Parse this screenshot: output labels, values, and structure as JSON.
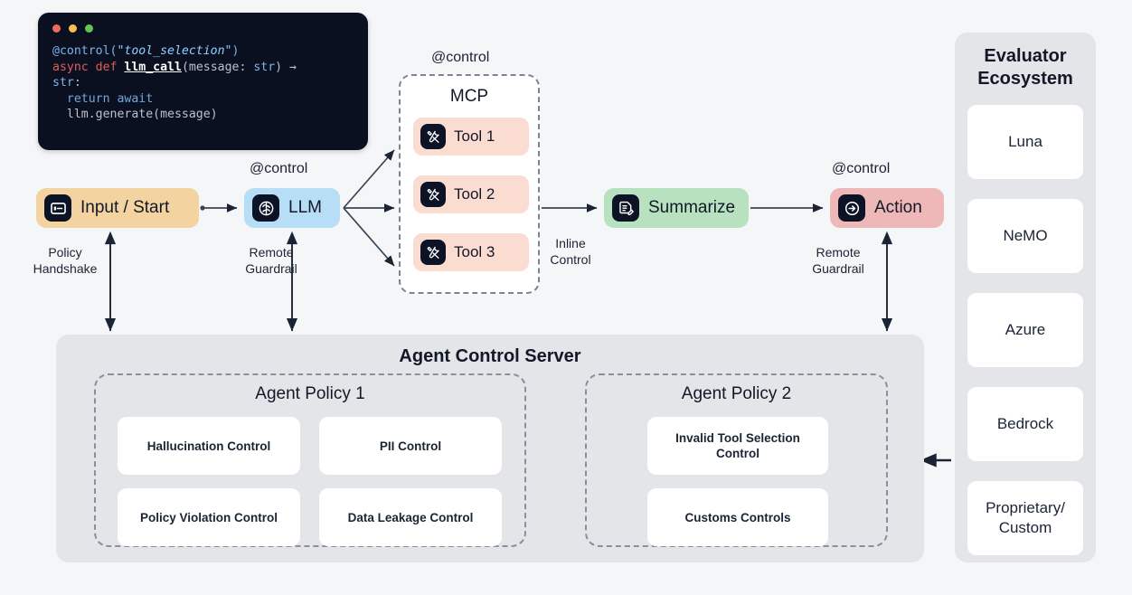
{
  "code_window": {
    "dots": [
      "red-dot",
      "yellow-dot",
      "green-dot"
    ],
    "lines": [
      {
        "segments": [
          {
            "t": "@control(",
            "c": "dec"
          },
          {
            "t": "\"tool_selection\"",
            "c": "str"
          },
          {
            "t": ")",
            "c": "dec"
          }
        ]
      },
      {
        "segments": [
          {
            "t": "async def ",
            "c": "kw"
          },
          {
            "t": "llm_call",
            "c": "fn"
          },
          {
            "t": "(message: ",
            "c": "pl"
          },
          {
            "t": "str",
            "c": "ty"
          },
          {
            "t": ") →",
            "c": "pl"
          }
        ]
      },
      {
        "segments": [
          {
            "t": "str",
            "c": "ty"
          },
          {
            "t": ":",
            "c": "pl"
          }
        ]
      },
      {
        "segments": [
          {
            "t": "  return await",
            "c": "ret"
          }
        ]
      },
      {
        "segments": [
          {
            "t": "  llm.generate(message)",
            "c": "pl"
          }
        ]
      }
    ]
  },
  "flow": {
    "input": {
      "label": "Input / Start",
      "icon": "input-window-icon",
      "color": "#f3d4a0"
    },
    "llm": {
      "label": "LLM",
      "icon": "brain-icon",
      "color": "#b7ddf7",
      "control_tag": "@control"
    },
    "summarize": {
      "label": "Summarize",
      "icon": "document-edit-icon",
      "color": "#b8e2bf"
    },
    "action": {
      "label": "Action",
      "icon": "arrow-circle-icon",
      "color": "#eeb8b8",
      "control_tag": "@control"
    }
  },
  "mcp": {
    "control_tag": "@control",
    "title": "MCP",
    "tools": [
      {
        "label": "Tool 1",
        "icon": "tools-icon"
      },
      {
        "label": "Tool 2",
        "icon": "tools-icon"
      },
      {
        "label": "Tool 3",
        "icon": "tools-icon"
      }
    ]
  },
  "edge_labels": {
    "policy_handshake": "Policy\nHandshake",
    "remote_guardrail_llm": "Remote\nGuardrail",
    "inline_control": "Inline\nControl",
    "remote_guardrail_action": "Remote\nGuardrail"
  },
  "agent_control_server": {
    "title": "Agent Control Server",
    "policies": [
      {
        "title": "Agent Policy 1",
        "controls": [
          "Hallucination Control",
          "PII Control",
          "Policy Violation Control",
          "Data Leakage Control"
        ]
      },
      {
        "title": "Agent Policy 2",
        "controls": [
          "Invalid Tool Selection Control",
          "Customs Controls"
        ]
      }
    ]
  },
  "evaluator_ecosystem": {
    "title": "Evaluator Ecosystem",
    "items": [
      "Luna",
      "NeMO",
      "Azure",
      "Bedrock",
      "Proprietary/ Custom"
    ]
  },
  "colors": {
    "background": "#f5f6f8",
    "panel": "#e3e5e8",
    "input_node": "#f3d4a0",
    "llm_node": "#b7ddf7",
    "summarize_node": "#b8e2bf",
    "action_node": "#eeb8b8",
    "tool_node": "#fadcd0",
    "icon_badge": "#0d1326",
    "dashed_border": "#8a9099",
    "edge": "#3a4354"
  }
}
